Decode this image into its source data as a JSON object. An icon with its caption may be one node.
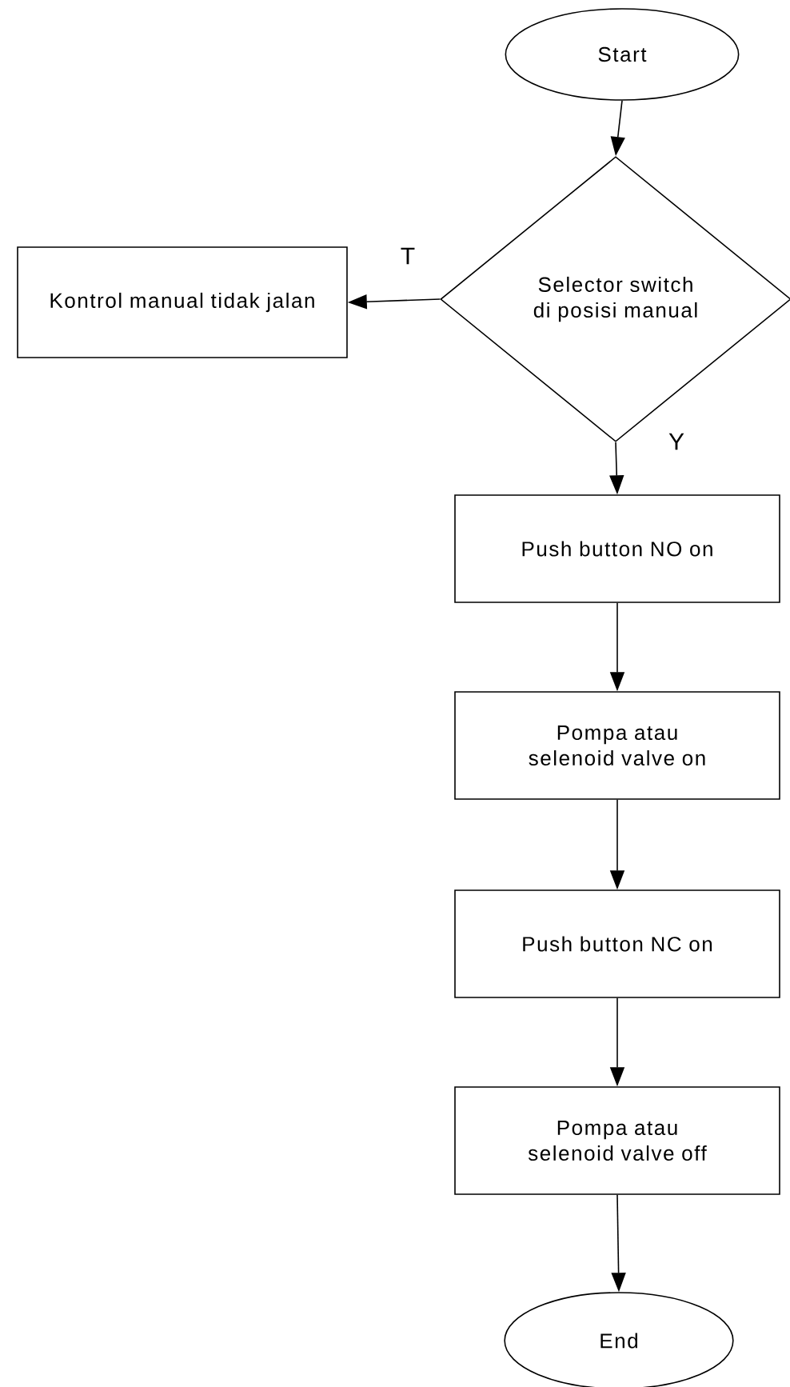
{
  "diagram": {
    "nodes": [
      {
        "text": [
          "Start"
        ]
      },
      {
        "text": [
          "Selector switch di posisi manual"
        ]
      },
      {
        "text": [
          "Kontrol manual tidak jalan"
        ]
      },
      {
        "text": [
          "Push button NO on"
        ]
      },
      {
        "text": [
          "Pompa atau selenoid valve on"
        ]
      },
      {
        "text": [
          "Push button NC on"
        ]
      },
      {
        "text": [
          "Pompa atau selenoid valve off"
        ]
      },
      {
        "text": [
          "End"
        ]
      }
    ],
    "edges": [
      {
        "from": 0,
        "to": 1,
        "arrow": "to"
      },
      {
        "from": 1,
        "to": 2,
        "arrow": "to",
        "label": "T"
      },
      {
        "from": 1,
        "to": 3,
        "arrow": "to",
        "label": "Y"
      },
      {
        "from": 3,
        "to": 4,
        "arrow": "to"
      },
      {
        "from": 4,
        "to": 5,
        "arrow": "to"
      },
      {
        "from": 5,
        "to": 6,
        "arrow": "to"
      },
      {
        "from": 6,
        "to": 7,
        "arrow": "to"
      }
    ]
  }
}
